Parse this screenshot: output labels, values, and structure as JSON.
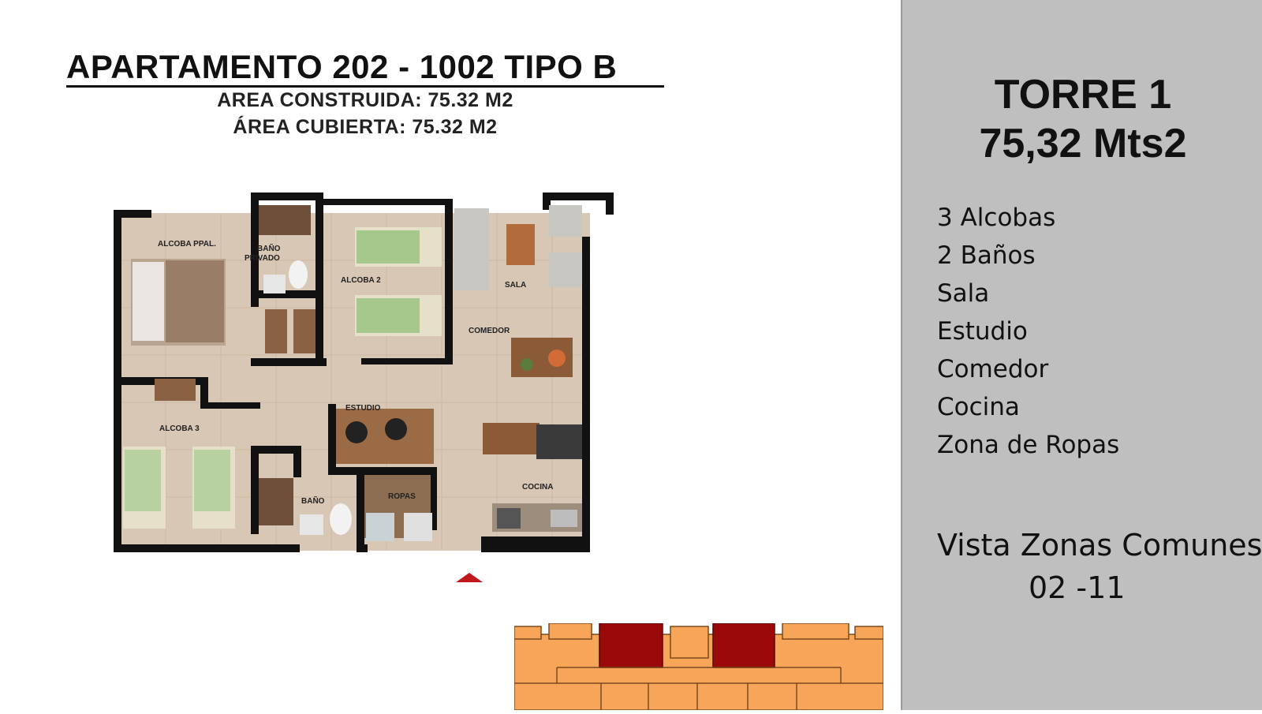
{
  "header": {
    "title": "APARTAMENTO 202 - 1002  TIPO B",
    "area_construida": "AREA CONSTRUIDA: 75.32  M2",
    "area_cubierta": "ÁREA CUBIERTA: 75.32 M2"
  },
  "plan": {
    "rooms": [
      {
        "id": "alcoba-ppal",
        "label": "ALCOBA PPAL."
      },
      {
        "id": "bano-privado-1",
        "label": "BAÑO"
      },
      {
        "id": "bano-privado-2",
        "label": "PRIVADO"
      },
      {
        "id": "alcoba-2",
        "label": "ALCOBA 2"
      },
      {
        "id": "sala",
        "label": "SALA"
      },
      {
        "id": "comedor",
        "label": "COMEDOR"
      },
      {
        "id": "estudio",
        "label": "ESTUDIO"
      },
      {
        "id": "alcoba-3",
        "label": "ALCOBA 3"
      },
      {
        "id": "bano",
        "label": "BAÑO"
      },
      {
        "id": "ropas",
        "label": "ROPAS"
      },
      {
        "id": "cocina",
        "label": "COCINA"
      }
    ]
  },
  "panel": {
    "tower": "TORRE 1",
    "area": "75,32 Mts2",
    "features": [
      "3 Alcobas",
      "2 Baños",
      "Sala",
      "Estudio",
      "Comedor",
      "Cocina",
      "Zona de Ropas"
    ],
    "vista_label": "Vista Zonas Comunes",
    "vista_range": "02 -11"
  },
  "colors": {
    "panel_bg": "#bfbfbf",
    "floor": "#d8c7b4",
    "wall": "#111111",
    "footprint_orange": "#f7a559",
    "footprint_highlight": "#9b0a0a"
  }
}
